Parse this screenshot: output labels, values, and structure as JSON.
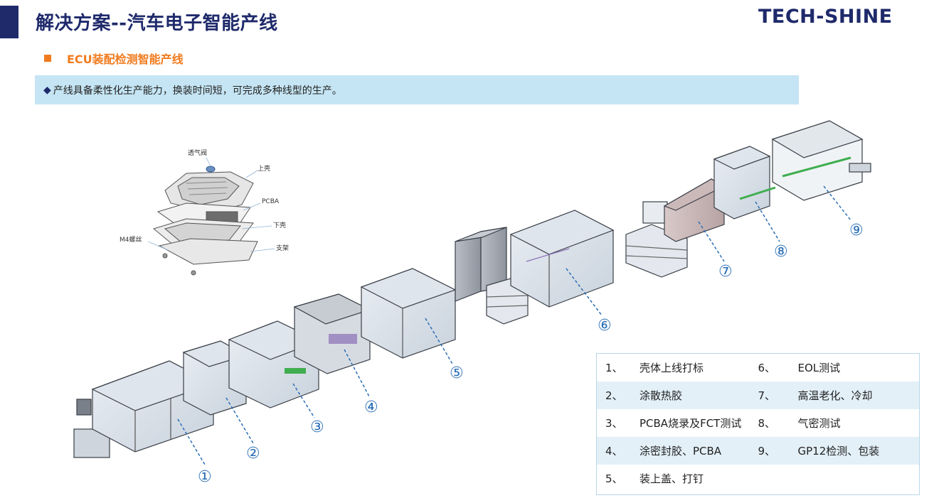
{
  "header": {
    "title": "解决方案--汽车电子智能产线",
    "logo_text": "TECH-SHINE"
  },
  "section": {
    "heading": "ECU装配检测智能产线"
  },
  "banner": {
    "bullet": "◆",
    "text": "产线具备柔性化生产能力，换装时间短，可完成多种线型的生产。"
  },
  "exploded_view": {
    "labels": {
      "valve": "透气阀",
      "upper_shell": "上壳",
      "pcba": "PCBA",
      "lower_shell": "下壳",
      "screw": "M4螺丝",
      "bracket": "支架"
    }
  },
  "station_markers": [
    "①",
    "②",
    "③",
    "④",
    "⑤",
    "⑥",
    "⑦",
    "⑧",
    "⑨"
  ],
  "legend": {
    "rows": [
      {
        "left_num": "1、",
        "left_label": "壳体上线打标",
        "right_num": "6、",
        "right_label": "EOL测试"
      },
      {
        "left_num": "2、",
        "left_label": "涂散热胶",
        "right_num": "7、",
        "right_label": "高温老化、冷却"
      },
      {
        "left_num": "3、",
        "left_label": "PCBA烧录及FCT测试",
        "right_num": "8、",
        "right_label": "气密测试"
      },
      {
        "left_num": "4、",
        "left_label": "涂密封胶、PCBA",
        "right_num": "9、",
        "right_label": "GP12检测、包装"
      },
      {
        "left_num": "5、",
        "left_label": "装上盖、打钉",
        "right_num": "",
        "right_label": ""
      }
    ]
  },
  "colors": {
    "navy": "#1f2a6b",
    "orange": "#f07b1e",
    "banner_bg": "#c5e5f4",
    "marker_blue": "#2b6fb6"
  }
}
